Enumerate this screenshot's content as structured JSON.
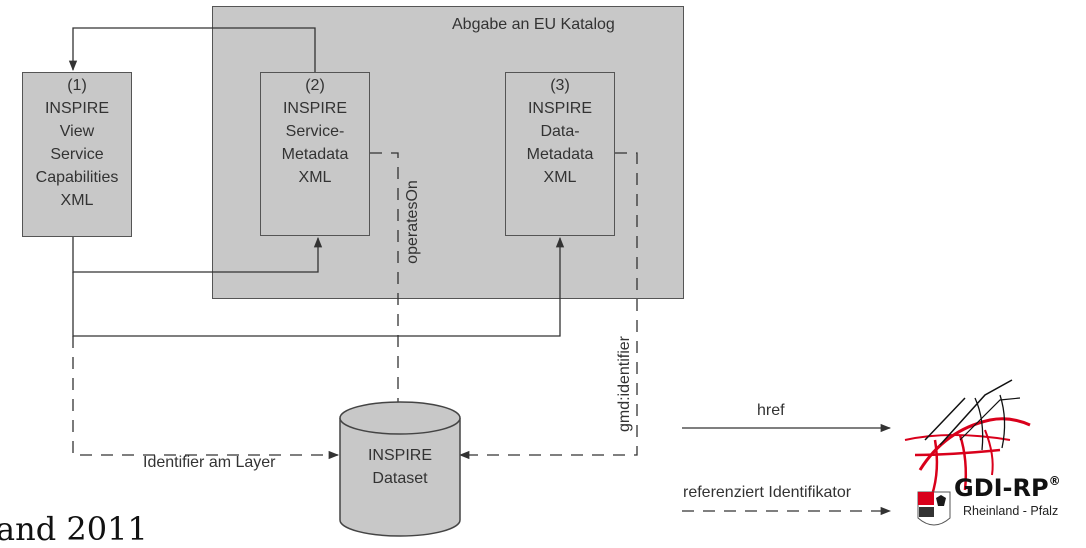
{
  "container": {
    "title": "Abgabe an EU Katalog"
  },
  "box1": {
    "lines": "(1)\nINSPIRE\nView\nService\nCapabilities\nXML"
  },
  "box2": {
    "lines": "(2)\nINSPIRE\nService-\nMetadata\nXML"
  },
  "box3": {
    "lines": "(3)\nINSPIRE\nData-\nMetadata\nXML"
  },
  "dataset": {
    "lines": "INSPIRE\nDataset"
  },
  "labels": {
    "operates_on": "operatesOn",
    "gmd_identifier": "gmd:identifier",
    "identifier_am_layer": "Identifier am Layer",
    "href": "href",
    "referenziert": "referenziert Identifikator",
    "footer_text": "and 2011"
  },
  "logo": {
    "name": "GDI-RP",
    "reg": "®",
    "sub": "Rheinland - Pfalz"
  },
  "colors": {
    "box_fill": "#c8c8c8",
    "container_fill": "#c8c8c8",
    "line": "#333333",
    "logo_red": "#d9001b"
  }
}
